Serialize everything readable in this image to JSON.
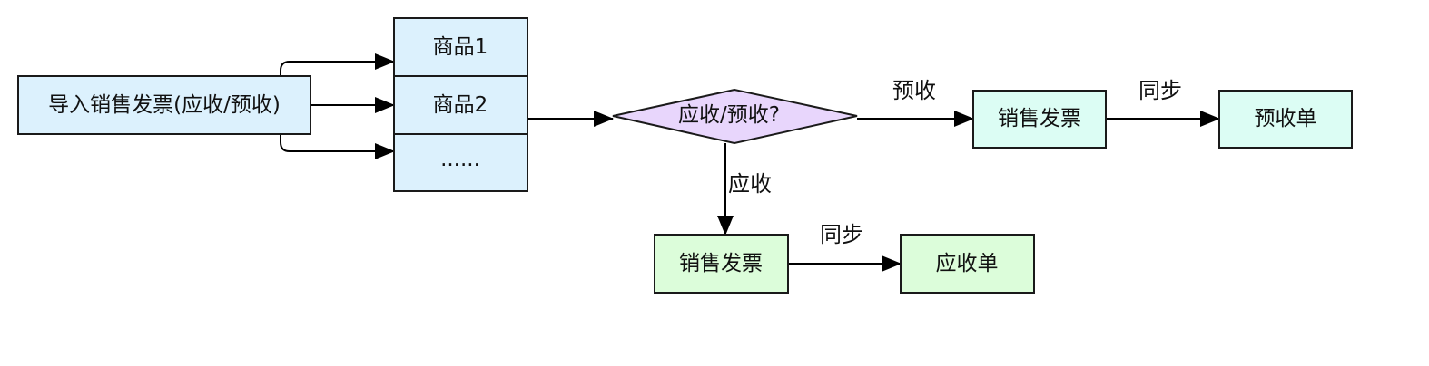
{
  "colors": {
    "source_fill": "#dcf1fd",
    "item_fill": "#dcf1fd",
    "decision_fill": "#e8d6fc",
    "prepay_fill": "#dcfdf4",
    "receivable_fill": "#dcfdda",
    "stroke": "#1a1a1a"
  },
  "nodes": {
    "source": "导入销售发票(应收/预收)",
    "items": [
      "商品1",
      "商品2",
      "......"
    ],
    "decision": "应收/预收?",
    "prepay_invoice": "销售发票",
    "prepay_doc": "预收单",
    "receivable_invoice": "销售发票",
    "receivable_doc": "应收单"
  },
  "edges": {
    "prepay": "预收",
    "prepay_sync": "同步",
    "receivable": "应收",
    "receivable_sync": "同步"
  }
}
